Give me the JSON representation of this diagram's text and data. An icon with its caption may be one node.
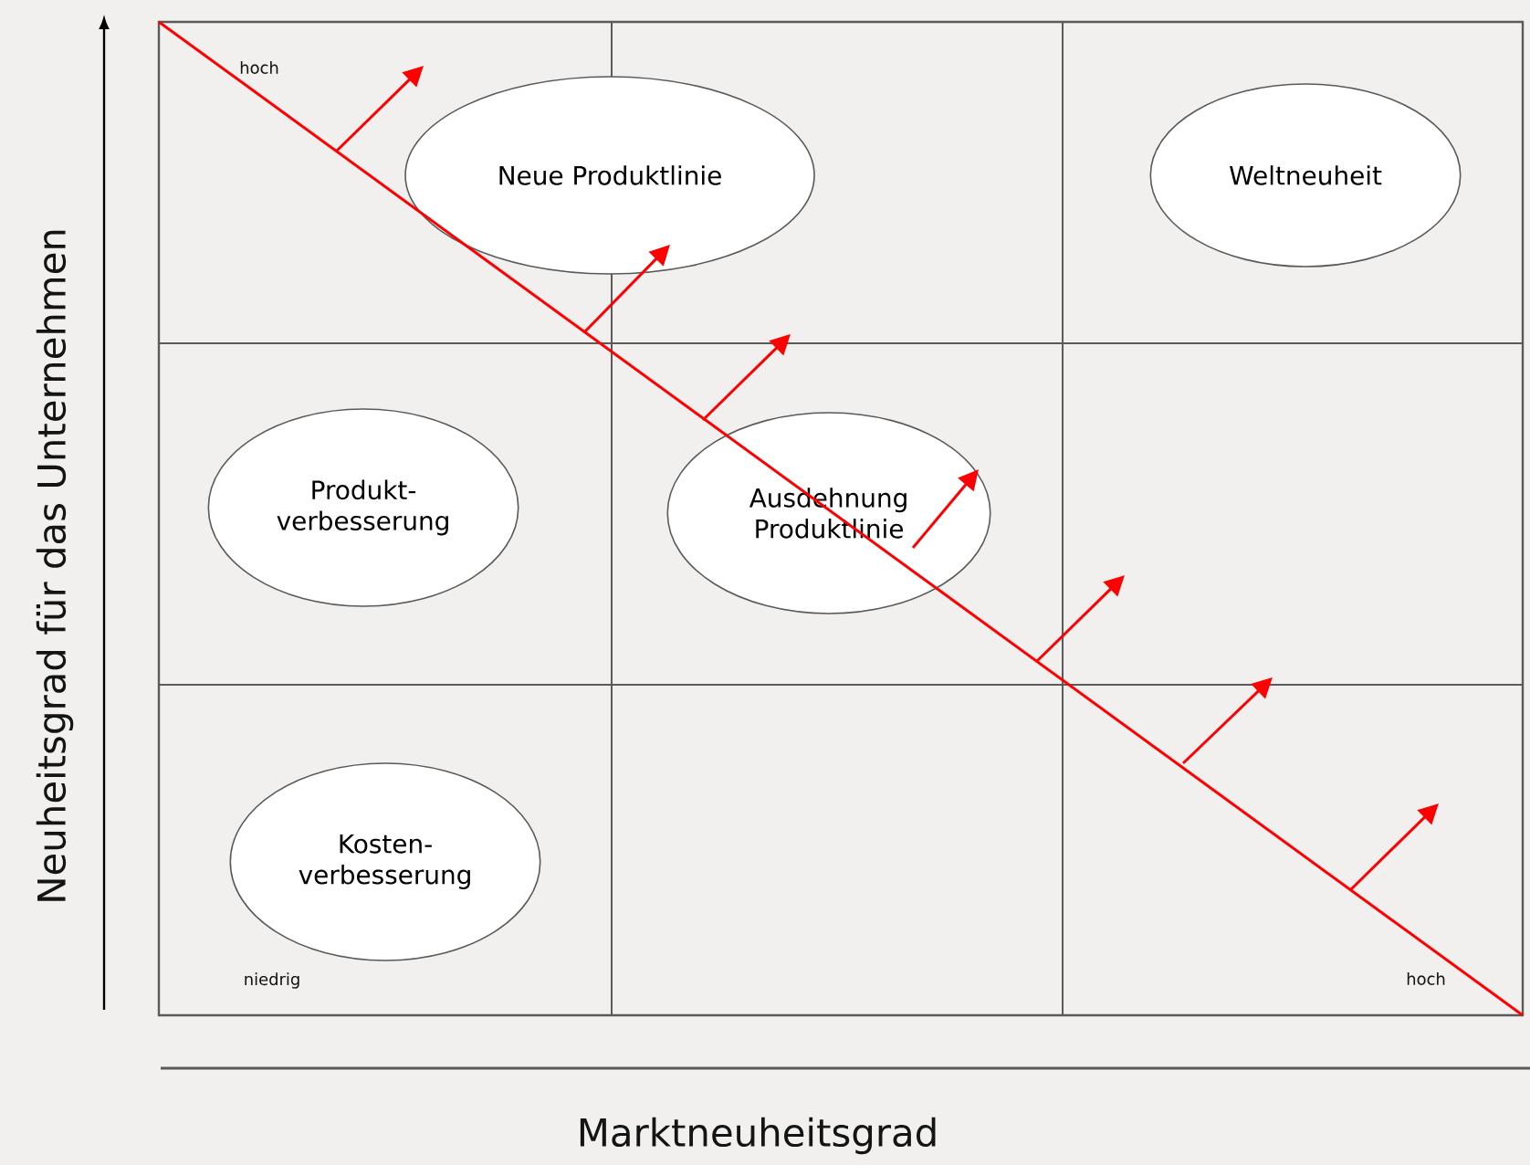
{
  "diagram": {
    "nodes": [
      {
        "text": [
          "Neue Produktlinie"
        ]
      },
      {
        "text": [
          "Weltneuheit"
        ]
      },
      {
        "text": [
          "Produkt- verbesserung"
        ]
      },
      {
        "text": [
          "Ausdehnung Produktlinie"
        ]
      },
      {
        "text": [
          "Kosten- verbesserung"
        ]
      }
    ],
    "labels": [
      "hoch",
      "Neuheitsgrad für das Unternehmen",
      "niedrig",
      "hoch",
      "Marktneuheitsgrad"
    ]
  }
}
